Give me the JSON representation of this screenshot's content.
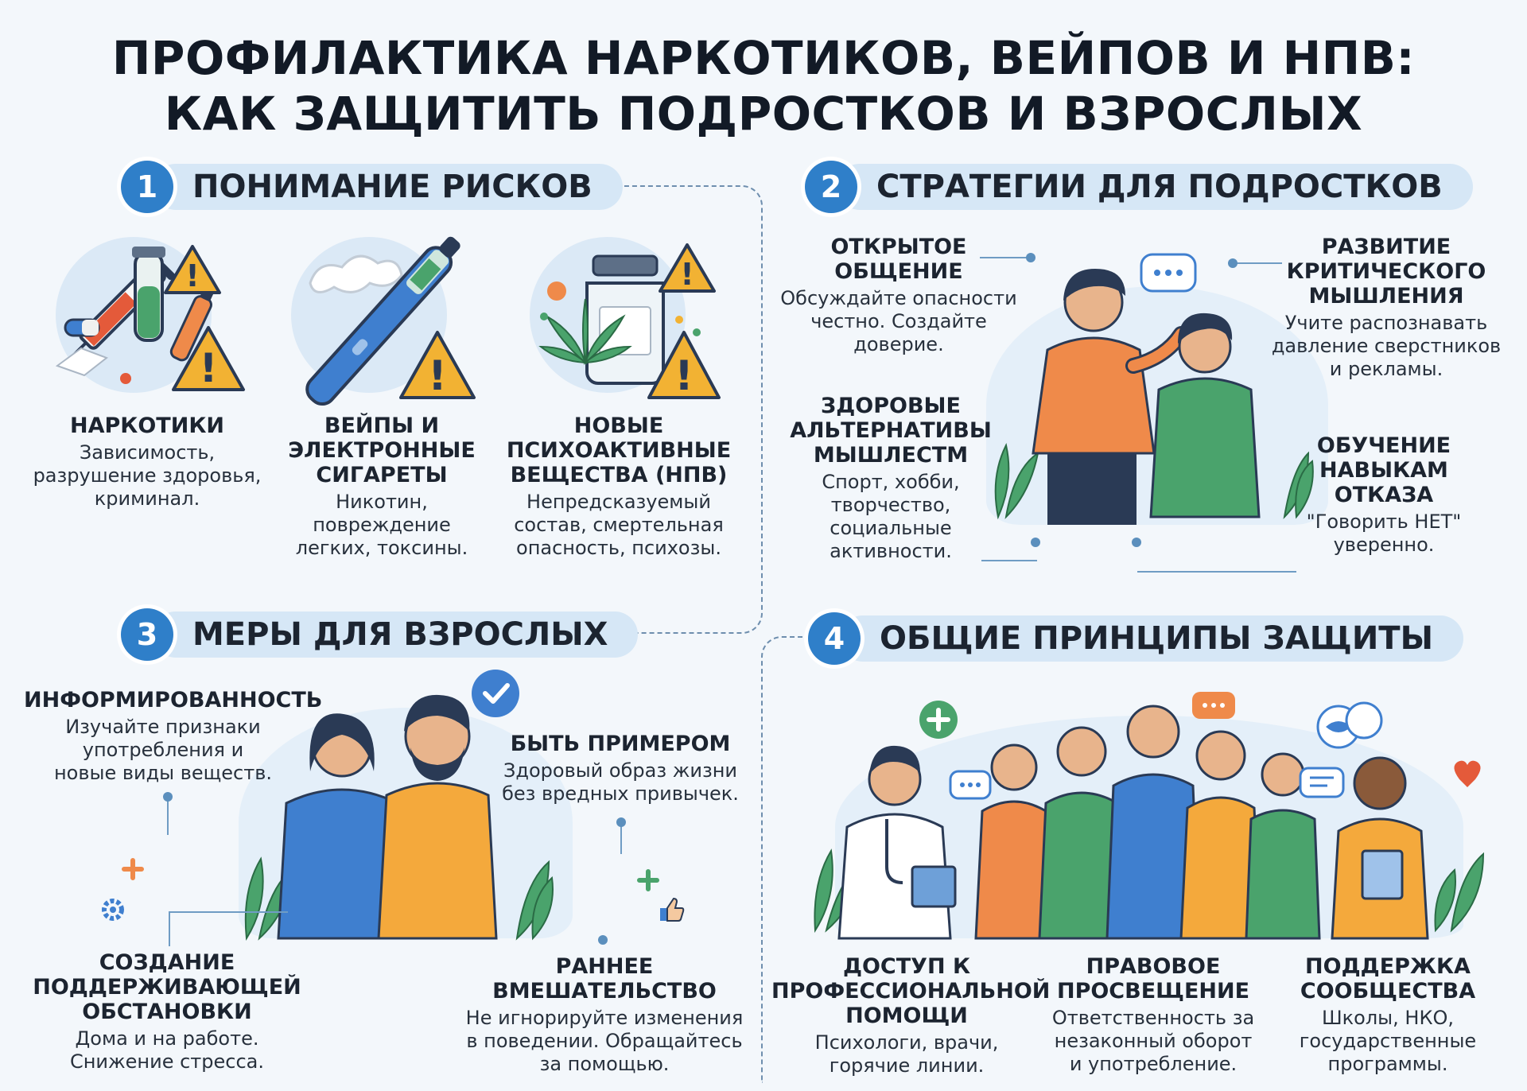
{
  "title": {
    "line1": "ПРОФИЛАКТИКА НАРКОТИКОВ, ВЕЙПОВ И НПВ:",
    "line2": "КАК ЗАЩИТИТЬ ПОДРОСТКОВ И ВЗРОСЛЫХ"
  },
  "sections": [
    {
      "number": "1",
      "heading": "ПОНИМАНИЕ РИСКОВ",
      "items": [
        {
          "title": "НАРКОТИКИ",
          "desc": [
            "Зависимость,",
            "разрушение здоровья,",
            "криминал."
          ],
          "icon": "syringe-pills-warning-icon"
        },
        {
          "title": [
            "ВЕЙПЫ И",
            "ЭЛЕКТРОННЫЕ",
            "СИГАРЕТЫ"
          ],
          "desc": [
            "Никотин,",
            "повреждение",
            "легких, токсины."
          ],
          "icon": "vape-warning-icon"
        },
        {
          "title": [
            "НОВЫЕ",
            "ПСИХОАКТИВНЫЕ",
            "ВЕЩЕСТВА (НПВ)"
          ],
          "desc": [
            "Непредсказуемый",
            "состав, смертельная",
            "опасность, психозы."
          ],
          "icon": "bottle-leaf-warning-icon"
        }
      ]
    },
    {
      "number": "2",
      "heading": "СТРАТЕГИИ ДЛЯ ПОДРОСТКОВ",
      "items": [
        {
          "title": [
            "ОТКРЫТОЕ",
            "ОБЩЕНИЕ"
          ],
          "desc": [
            "Обсуждайте опасности",
            "честно. Создайте",
            "доверие."
          ]
        },
        {
          "title": [
            "РАЗВИТИЕ",
            "КРИТИЧЕСКОГО",
            "МЫШЛЕНИЯ"
          ],
          "desc": [
            "Учите распознавать",
            "давление сверстников",
            "и рекламы."
          ]
        },
        {
          "title": [
            "ЗДОРОВЫЕ",
            "АЛЬТЕРНАТИВЫ",
            "МЫШЛЕСТМ"
          ],
          "desc": [
            "Спорт, хобби,",
            "творчество,",
            "социальные",
            "активности."
          ]
        },
        {
          "title": [
            "ОБУЧЕНИЕ",
            "НАВЫКАМ",
            "ОТКАЗА"
          ],
          "desc": [
            "\"Говорить НЕТ\"",
            "уверенно."
          ]
        }
      ]
    },
    {
      "number": "3",
      "heading": "МЕРЫ ДЛЯ ВЗРОСЛЫХ",
      "items": [
        {
          "title": [
            "ИНФОРМИРОВАННОСТЬ"
          ],
          "desc": [
            "Изучайте признаки",
            "употребления и",
            "новые виды веществ."
          ]
        },
        {
          "title": [
            "БЫТЬ ПРИМЕРОМ"
          ],
          "desc": [
            "Здоровый образ жизни",
            "без вредных привычек."
          ]
        },
        {
          "title": [
            "СОЗДАНИЕ",
            "ПОДДЕРЖИВАЮЩЕЙ",
            "ОБСТАНОВКИ"
          ],
          "desc": [
            "Дома и на работе.",
            "Снижение стресса."
          ]
        },
        {
          "title": [
            "РАННЕЕ",
            "ВМЕШАТЕЛЬСТВО"
          ],
          "desc": [
            "Не игнорируйте изменения",
            "в поведении. Обращайтесь",
            "за помощью."
          ]
        }
      ]
    },
    {
      "number": "4",
      "heading": "ОБЩИЕ ПРИНЦИПЫ ЗАЩИТЫ",
      "items": [
        {
          "title": [
            "ДОСТУП К",
            "ПРОФЕССИОНАЛЬНОЙ",
            "ПОМОЩИ"
          ],
          "desc": [
            "Психологи, врачи,",
            "горячие линии."
          ]
        },
        {
          "title": [
            "ПРАВОВОЕ",
            "ПРОСВЕЩЕНИЕ"
          ],
          "desc": [
            "Ответственность за",
            "незаконный оборот",
            "и употребление."
          ]
        },
        {
          "title": [
            "ПОДДЕРЖКА",
            "СООБЩЕСТВА"
          ],
          "desc": [
            "Школы, НКО,",
            "государственные",
            "программы."
          ]
        }
      ]
    }
  ],
  "colors": {
    "accent": "#2f7fc9",
    "pill": "#d6e7f6",
    "warning": "#f2b233",
    "orange": "#ef8a4a",
    "green": "#4aa36c",
    "blue": "#3f7fcf",
    "yellow": "#f4a93c"
  }
}
